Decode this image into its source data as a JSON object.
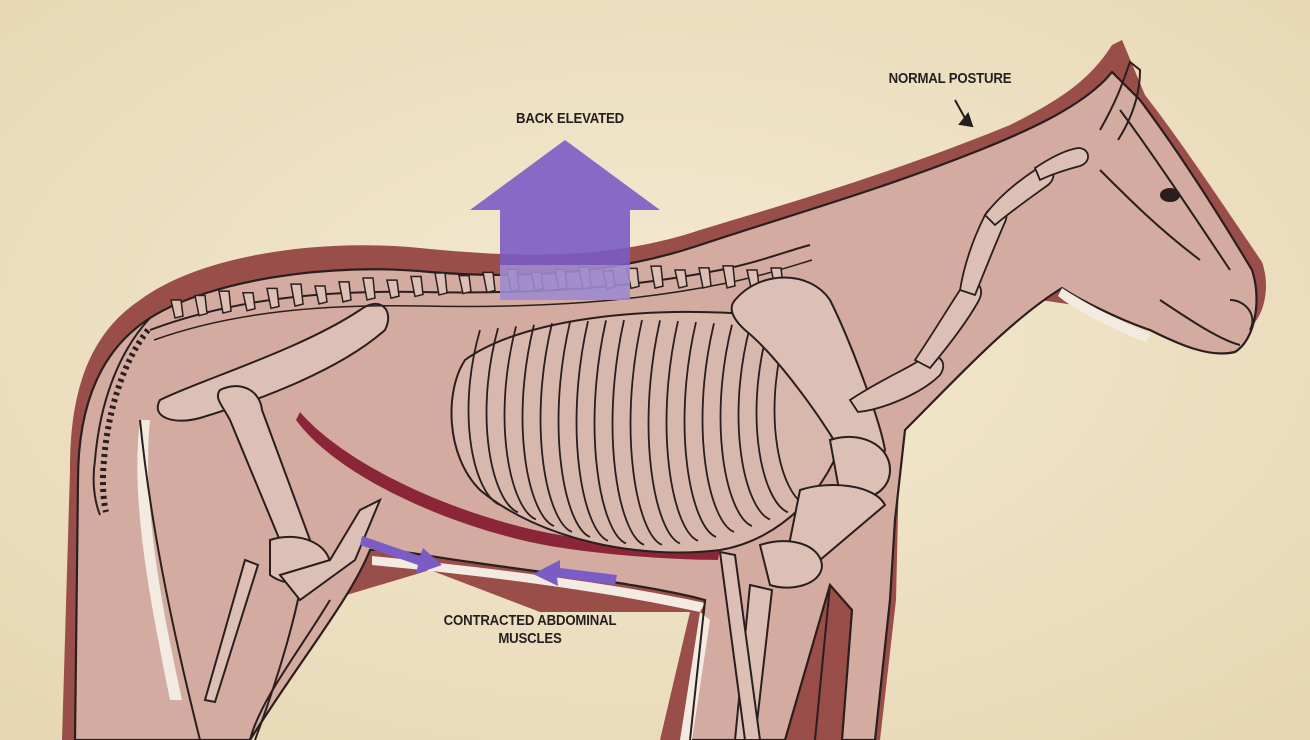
{
  "labels": {
    "back_elevated": "BACK ELEVATED",
    "normal_posture": "NORMAL POSTURE",
    "contracted_abdominal_line1": "CONTRACTED ABDOMINAL",
    "contracted_abdominal_line2": "MUSCLES"
  },
  "colors": {
    "background": "#efe4c8",
    "body_fill": "#d3aba0",
    "normal_posture_outline": "#9a4e4a",
    "abdominal_muscle": "#8a2638",
    "arrow": "#7b5cc4",
    "bone_fill": "#dcc0b6",
    "line": "#2a1e1e"
  }
}
